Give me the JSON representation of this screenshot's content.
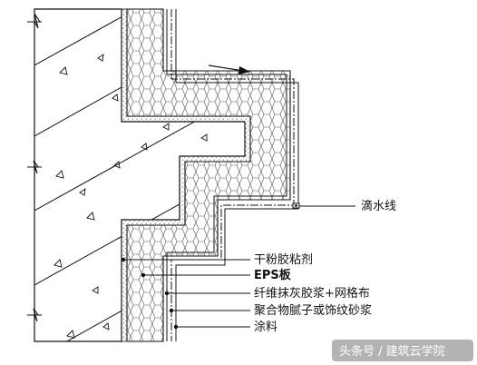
{
  "labels": {
    "drip_line": "滴水线",
    "dry_adhesive": "干粉胶粘剂",
    "eps_board": "EPS板",
    "mesh_mortar": "纤维抹灰胶浆+网格布",
    "putty": "聚合物腻子或饰纹砂浆",
    "coating": "涂料"
  },
  "watermark": "头条号 / 建筑云学院",
  "colors": {
    "line": "#111111",
    "background": "#ffffff",
    "watermark_bg": "#9a9a9a"
  }
}
